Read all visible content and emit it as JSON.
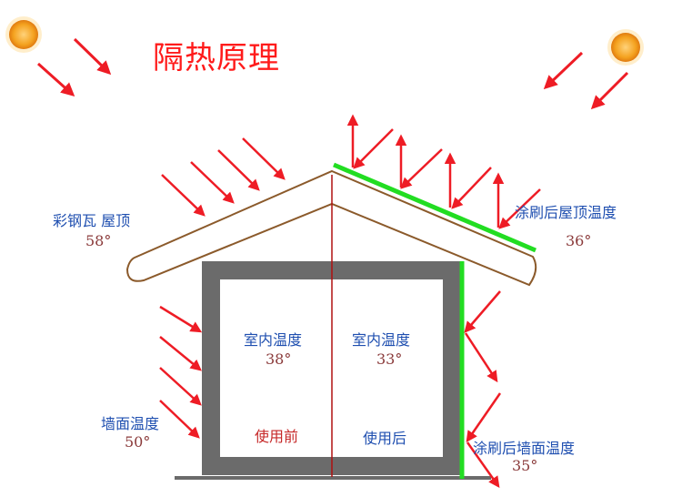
{
  "title": "隔热原理",
  "labels": {
    "roof_left": "彩钢瓦 屋顶",
    "roof_left_temp": "58°",
    "roof_right": "涂刷后屋顶温度",
    "roof_right_temp": "36°",
    "indoor_left": "室内温度",
    "indoor_left_temp": "38°",
    "indoor_right": "室内温度",
    "indoor_right_temp": "33°",
    "wall_left": "墙面温度",
    "wall_left_temp": "50°",
    "wall_right": "涂刷后墙面温度",
    "wall_right_temp": "35°",
    "before": "使用前",
    "after": "使用后"
  },
  "colors": {
    "arrow": "#ee1c25",
    "coating": "#22dd22",
    "roof_outline": "#8b5a2b",
    "wall": "#6b6b6b",
    "sun": "#f4a21f"
  }
}
